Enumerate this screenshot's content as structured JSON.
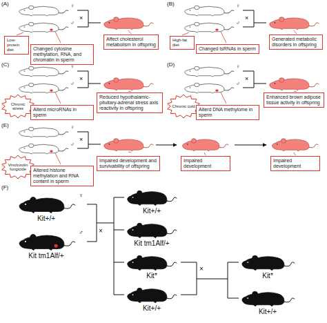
{
  "diagram": {
    "nodes": [
      {
        "text": [
          "Low-protein diet"
        ]
      },
      {
        "text": [
          "Changed cytosine methylation, RNA, and chromatin in sperm"
        ]
      },
      {
        "text": [
          "Affect cholesterol metabolism in offspring"
        ]
      },
      {
        "text": [
          "High-fat diet"
        ]
      },
      {
        "text": [
          "Changed tsRNAs in sperm"
        ]
      },
      {
        "text": [
          "Generated metabolic disorders in offspring"
        ]
      },
      {
        "text": [
          "Chronic stress"
        ]
      },
      {
        "text": [
          "Alterd microRNAs in sperm"
        ]
      },
      {
        "text": [
          "Reduced hypothalamic-pituitary-adrenal stress axis reactivity in offspring"
        ]
      },
      {
        "text": [
          "Chronic cold"
        ]
      },
      {
        "text": [
          "Alterd DNA methylome in sperm"
        ]
      },
      {
        "text": [
          "Enhanced brown adipose tissue activity in offspring"
        ]
      },
      {
        "text": [
          "Vinclozolin fungicide"
        ]
      },
      {
        "text": [
          "Altered histone methylation and RNA content in sperm"
        ]
      },
      {
        "text": [
          "Impaired development and survivability of offspring"
        ]
      },
      {
        "text": [
          "Impaired development"
        ]
      },
      {
        "text": [
          "Impaired development"
        ]
      }
    ],
    "labels": [
      "(A)",
      "♀",
      "♂",
      "×",
      "(B)",
      "♀",
      "♂",
      "×",
      "(C)",
      "♀",
      "♂",
      "×",
      "(D)",
      "♀",
      "♂",
      "×",
      "(E)",
      "♀",
      "♂",
      "×",
      "(F)",
      "♀",
      "♂",
      "Kit+/+",
      "Kit tm1Alf/+",
      "×",
      "Kit+/+",
      "Kit tm1Alf/+",
      "Kit*",
      "Kit+/+",
      "×",
      "Kit*",
      "Kit+/+"
    ]
  }
}
